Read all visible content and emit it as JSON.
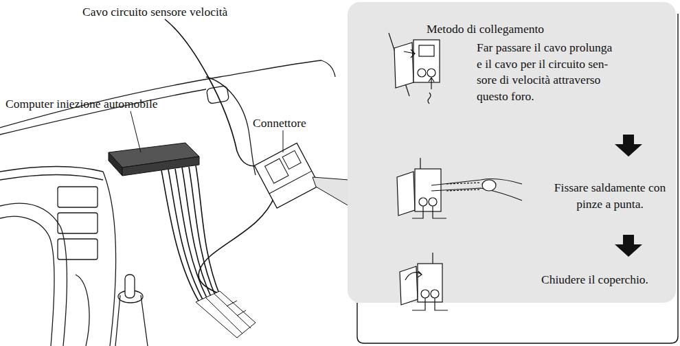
{
  "diagram": {
    "nodes": [
      {
        "text": [
          "Metodo di collegamento"
        ]
      }
    ],
    "labels": [
      "Cavo circuito sensore velocità",
      "Computer iniezione automobile",
      "Connettore",
      "Far passare il cavo prolunga e il cavo per il circuito sen- sore di velocità attraverso questo foro.",
      "Fissare saldamente con pinze a punta.",
      "Chiudere il coperchio."
    ]
  }
}
